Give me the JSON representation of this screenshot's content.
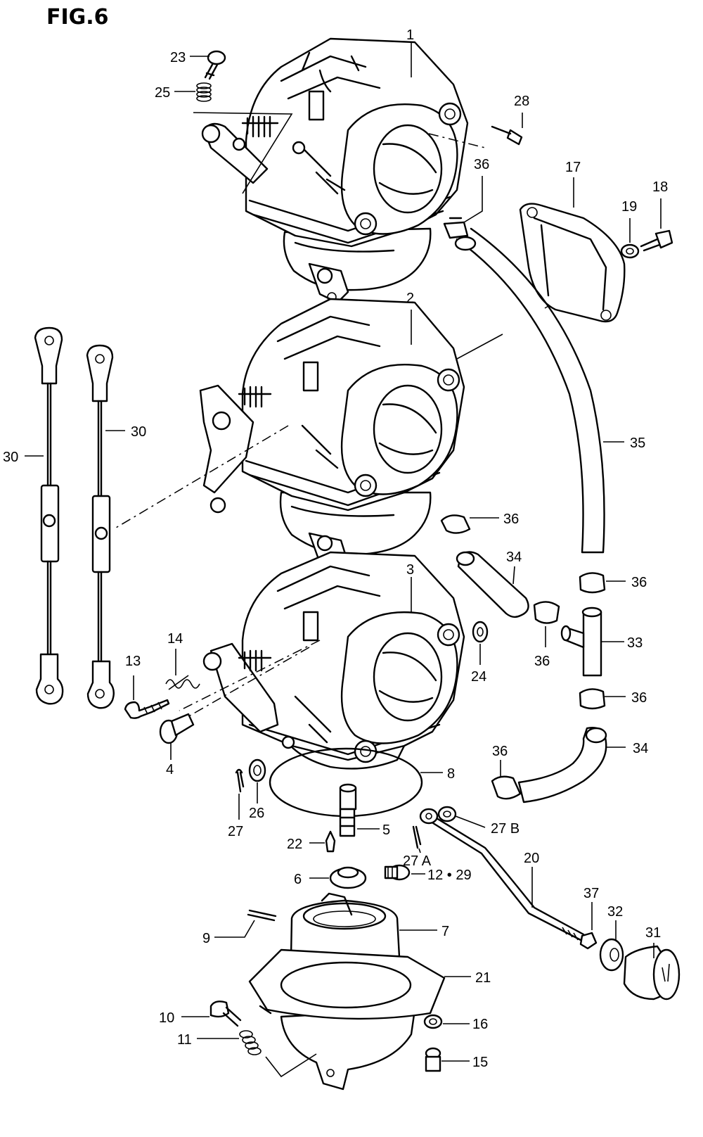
{
  "figure_title": "FIG.6",
  "labels": {
    "l1": "1",
    "l2": "2",
    "l3": "3",
    "l4": "4",
    "l5": "5",
    "l6": "6",
    "l7": "7",
    "l8": "8",
    "l9": "9",
    "l10": "10",
    "l11": "11",
    "l12_29": "12 • 29",
    "l13": "13",
    "l14": "14",
    "l15": "15",
    "l16": "16",
    "l17": "17",
    "l18": "18",
    "l19": "19",
    "l20": "20",
    "l21": "21",
    "l22": "22",
    "l23": "23",
    "l24": "24",
    "l25": "25",
    "l26": "26",
    "l27": "27",
    "l27a": "27 A",
    "l27b": "27 B",
    "l28": "28",
    "l30_left": "30",
    "l30_right": "30",
    "l31": "31",
    "l32": "32",
    "l33": "33",
    "l34_upper": "34",
    "l34_lower": "34",
    "l35": "35",
    "l36_a": "36",
    "l36_b": "36",
    "l36_c": "36",
    "l36_d": "36",
    "l36_e": "36",
    "l36_f": "36",
    "l37": "37"
  }
}
